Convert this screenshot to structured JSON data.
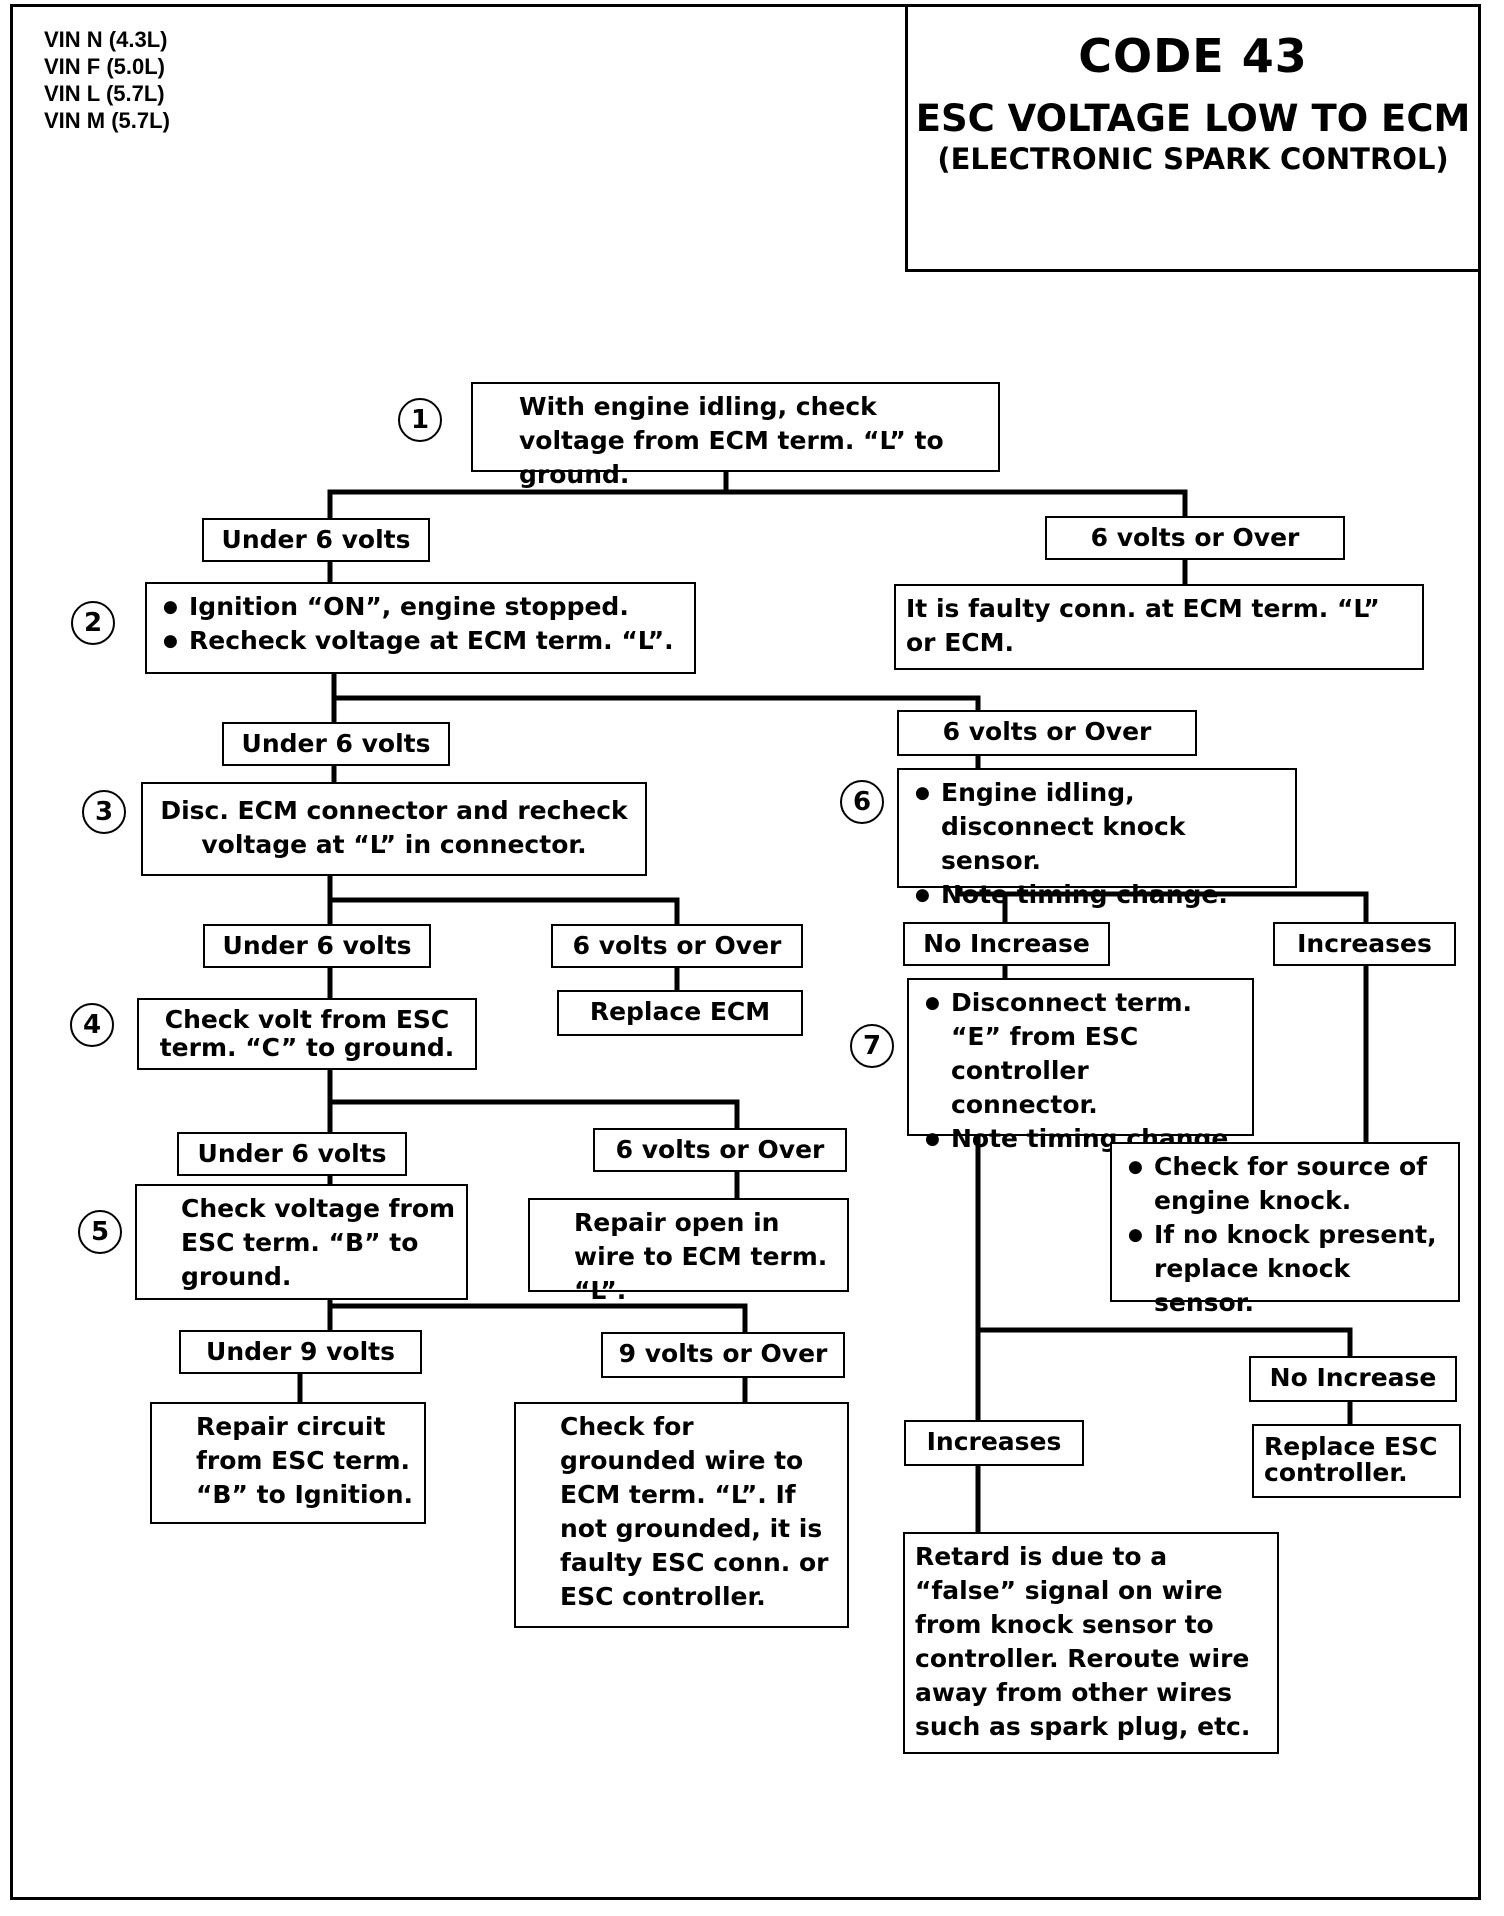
{
  "vin": [
    "VIN N (4.3L)",
    "VIN F (5.0L)",
    "VIN L (5.7L)",
    "VIN M (5.7L)"
  ],
  "header": {
    "code": "CODE 43",
    "title": "ESC VOLTAGE LOW TO ECM",
    "subtitle": "(ELECTRONIC SPARK CONTROL)"
  },
  "steps": {
    "s1": "1",
    "s2": "2",
    "s3": "3",
    "s4": "4",
    "s5": "5",
    "s6": "6",
    "s7": "7"
  },
  "boxes": {
    "step1": "With engine idling, check voltage from ECM term. “L” to ground.",
    "step2_a": "Ignition “ON”, engine stopped.",
    "step2_b": "Recheck voltage at ECM term. “L”.",
    "faulty_conn": "It is faulty conn. at ECM term. “L” or ECM.",
    "step3": "Disc. ECM connector and recheck voltage at “L” in connector.",
    "replace_ecm": "Replace ECM",
    "step4": "Check volt from ESC term. “C” to ground.",
    "step5": "Check voltage from ESC term. “B” to ground.",
    "repair_open": "Repair open in wire to ECM term. “L”.",
    "repair_circuit": "Repair circuit from ESC term. “B” to Ignition.",
    "check_grounded": "Check for grounded wire to ECM term. “L”. If not grounded, it is faulty ESC conn. or ESC controller.",
    "step6_a": "Engine idling, disconnect knock sensor.",
    "step6_b": "Note timing change.",
    "step7_a": "Disconnect term. “E” from ESC controller connector.",
    "step7_b": "Note timing change.",
    "knock_a": "Check for source of engine knock.",
    "knock_b": "If no knock present, replace knock sensor.",
    "replace_esc": "Replace ESC controller.",
    "retard": "Retard is due to a “false” signal on wire from knock sensor to controller. Reroute wire away from other wires such as spark plug, etc."
  },
  "labels": {
    "under6_a": "Under 6 volts",
    "over6_a": "6 volts or Over",
    "under6_b": "Under 6 volts",
    "over6_b": "6 volts or Over",
    "under6_c": "Under 6 volts",
    "over6_c": "6 volts or Over",
    "under6_d": "Under 6 volts",
    "over6_d": "6 volts or Over",
    "under9": "Under 9 volts",
    "over9": "9 volts or Over",
    "no_increase_a": "No Increase",
    "increases_a": "Increases",
    "no_increase_b": "No Increase",
    "increases_b": "Increases"
  }
}
